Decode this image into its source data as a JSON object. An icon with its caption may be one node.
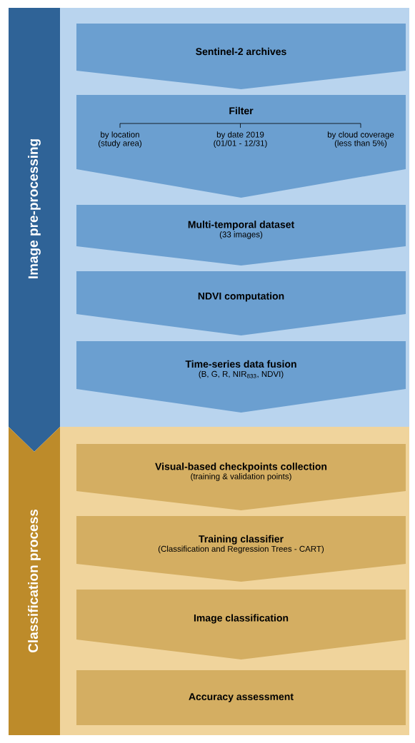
{
  "diagram": {
    "nodes": [
      {
        "text": [
          "Image pre-processing"
        ]
      },
      {
        "text": [
          "Sentinel-2 archives"
        ],
        "in": 0
      },
      {
        "text": [
          "Filter",
          "by location (study area)",
          "by date 2019 (01/01 - 12/31)",
          "by cloud coverage (less than 5%)"
        ],
        "in": 0
      },
      {
        "text": [
          "Multi-temporal dataset",
          "(33 images)"
        ],
        "in": 0
      },
      {
        "text": [
          "NDVI computation"
        ],
        "in": 0
      },
      {
        "text": [
          "Time-series data fusion",
          "(B, G, R, NIR$_{833}$, NDVI)"
        ],
        "in": 0
      },
      {
        "text": [
          "Classification process"
        ]
      },
      {
        "text": [
          "Visual-based checkpoints collection",
          "(training & validation points)"
        ],
        "in": 6
      },
      {
        "text": [
          "Training classifier",
          "(Classification and Regression Trees - CART)"
        ],
        "in": 6
      },
      {
        "text": [
          "Image classification"
        ],
        "in": 6
      },
      {
        "text": [
          "Accuracy assessment"
        ],
        "in": 6
      }
    ]
  }
}
